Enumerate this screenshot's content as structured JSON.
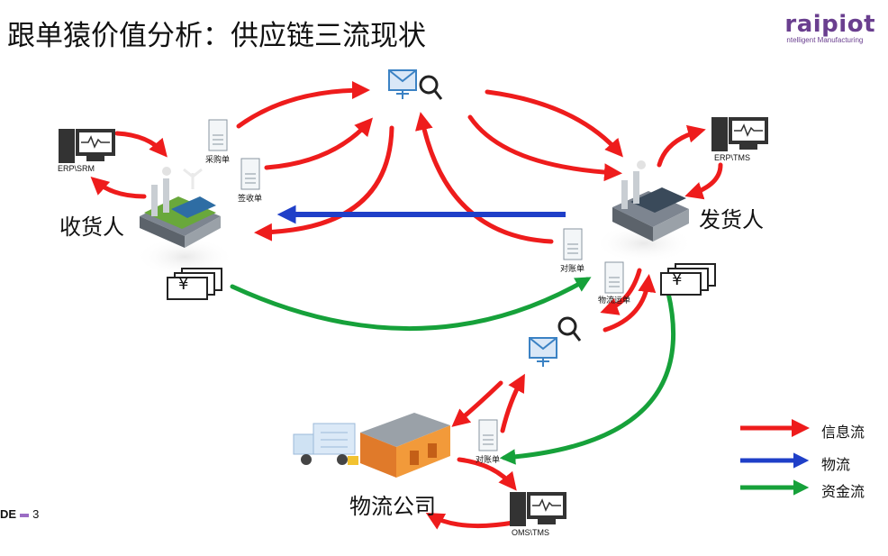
{
  "title": "跟单猿价值分析：供应链三流现状",
  "logo": {
    "name": "raipiot",
    "tagline": "ntelligent Manufacturing"
  },
  "nodes": {
    "receiver": "收货人",
    "shipper": "发货人",
    "logistics": "物流公司"
  },
  "systems": {
    "receiver_system": "ERP\\SRM",
    "shipper_system": "ERP\\TMS",
    "logistics_system": "OMS\\TMS"
  },
  "documents": {
    "purchase_order": "采购单",
    "receipt": "签收单",
    "reconciliation_shipper": "对账单",
    "logistics_order": "物流运单",
    "reconciliation_logistics": "对账单"
  },
  "currency_symbol": "¥",
  "legend": [
    {
      "label": "信息流",
      "color": "#ee1c1c"
    },
    {
      "label": "物流",
      "color": "#1f3fc8"
    },
    {
      "label": "资金流",
      "color": "#16a13a"
    }
  ],
  "footer": {
    "prefix": "DE",
    "page": "3"
  }
}
